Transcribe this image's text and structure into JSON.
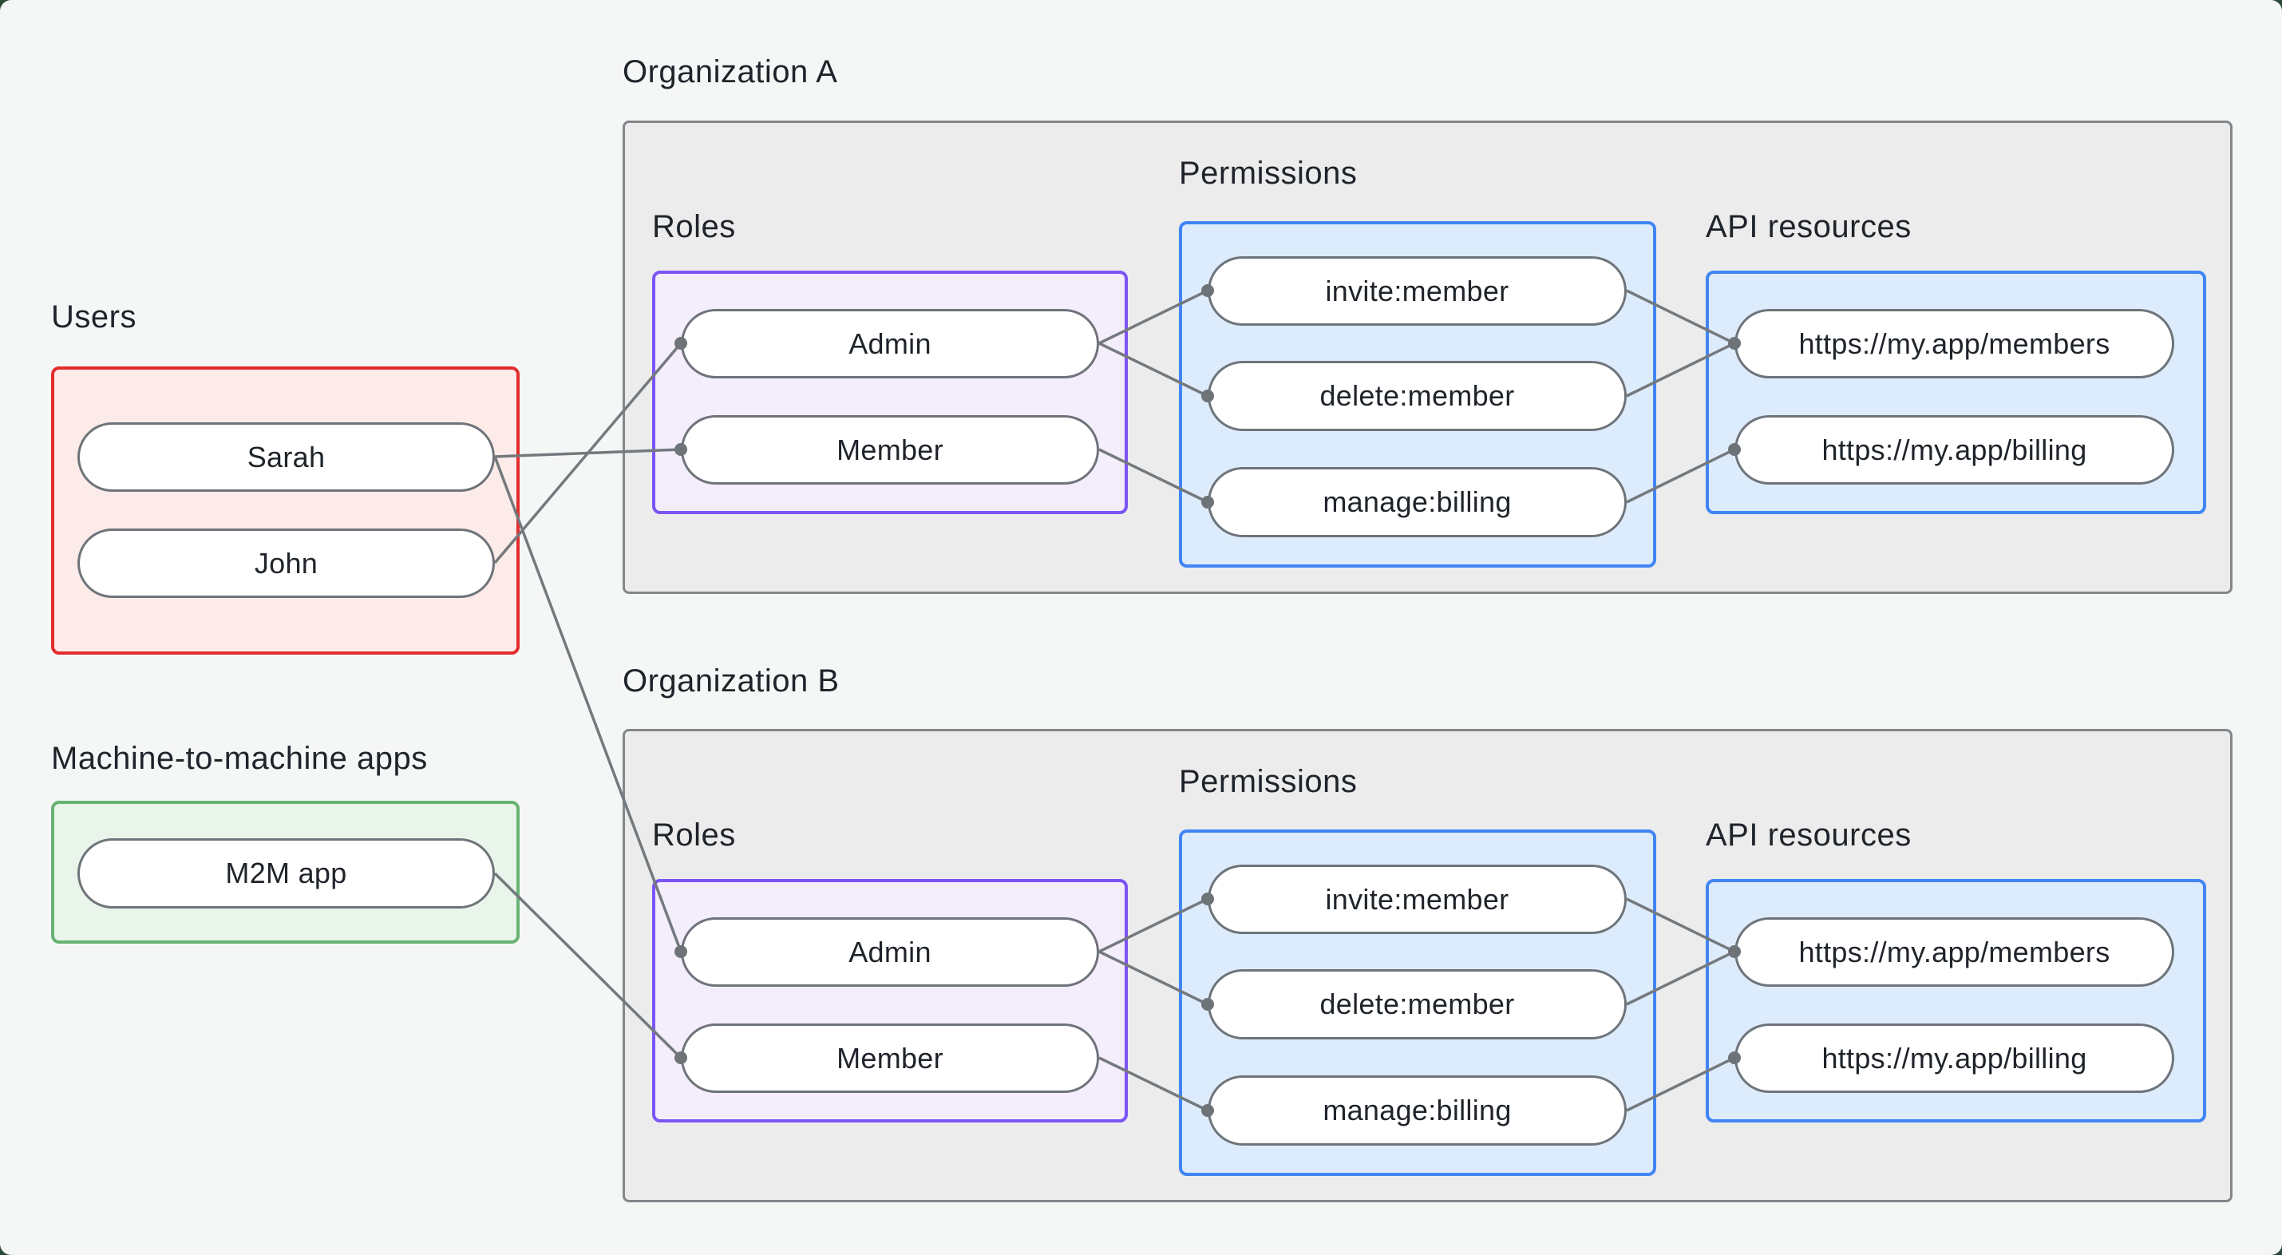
{
  "page": {
    "background": "#f5f7f6",
    "corner_color": "#2c4a38"
  },
  "colors": {
    "users_border": "#e22c2c",
    "users_fill": "#fdebe9",
    "m2m_border": "#68b374",
    "m2m_fill": "#e9f4ea",
    "org_border": "#83878b",
    "org_fill": "#ececec",
    "roles_border": "#7b55f3",
    "roles_fill": "#f3edfc",
    "blue_border": "#4185f4",
    "blue_fill": "#ddecfc",
    "pill_border": "#6e747a",
    "pill_fill": "#ffffff",
    "edge_line": "#74797d",
    "edge_dot": "#6e7378",
    "text": "#1f242a"
  },
  "groups": {
    "users": {
      "label": "Users",
      "items": [
        "Sarah",
        "John"
      ]
    },
    "m2m": {
      "label": "Machine-to-machine apps",
      "items": [
        "M2M app"
      ]
    }
  },
  "organizations": [
    {
      "label": "Organization A",
      "roles": {
        "label": "Roles",
        "items": [
          "Admin",
          "Member"
        ]
      },
      "permissions": {
        "label": "Permissions",
        "items": [
          "invite:member",
          "delete:member",
          "manage:billing"
        ]
      },
      "api": {
        "label": "API resources",
        "items": [
          "https://my.app/members",
          "https://my.app/billing"
        ]
      }
    },
    {
      "label": "Organization B",
      "roles": {
        "label": "Roles",
        "items": [
          "Admin",
          "Member"
        ]
      },
      "permissions": {
        "label": "Permissions",
        "items": [
          "invite:member",
          "delete:member",
          "manage:billing"
        ]
      },
      "api": {
        "label": "API resources",
        "items": [
          "https://my.app/members",
          "https://my.app/billing"
        ]
      }
    }
  ],
  "connections": [
    {
      "from": "Sarah",
      "to": "Organization A / Member"
    },
    {
      "from": "John",
      "to": "Organization A / Admin"
    },
    {
      "from": "Sarah",
      "to": "Organization B / Admin"
    },
    {
      "from": "M2M app",
      "to": "Organization B / Member"
    },
    {
      "from": "Organization A / Admin",
      "to": "Organization A / invite:member"
    },
    {
      "from": "Organization A / Admin",
      "to": "Organization A / delete:member"
    },
    {
      "from": "Organization A / Member",
      "to": "Organization A / manage:billing"
    },
    {
      "from": "Organization A / invite:member",
      "to": "Organization A / https://my.app/members"
    },
    {
      "from": "Organization A / delete:member",
      "to": "Organization A / https://my.app/members"
    },
    {
      "from": "Organization A / manage:billing",
      "to": "Organization A / https://my.app/billing"
    },
    {
      "from": "Organization B / Admin",
      "to": "Organization B / invite:member"
    },
    {
      "from": "Organization B / Admin",
      "to": "Organization B / delete:member"
    },
    {
      "from": "Organization B / Member",
      "to": "Organization B / manage:billing"
    },
    {
      "from": "Organization B / invite:member",
      "to": "Organization B / https://my.app/members"
    },
    {
      "from": "Organization B / delete:member",
      "to": "Organization B / https://my.app/members"
    },
    {
      "from": "Organization B / manage:billing",
      "to": "Organization B / https://my.app/billing"
    }
  ]
}
